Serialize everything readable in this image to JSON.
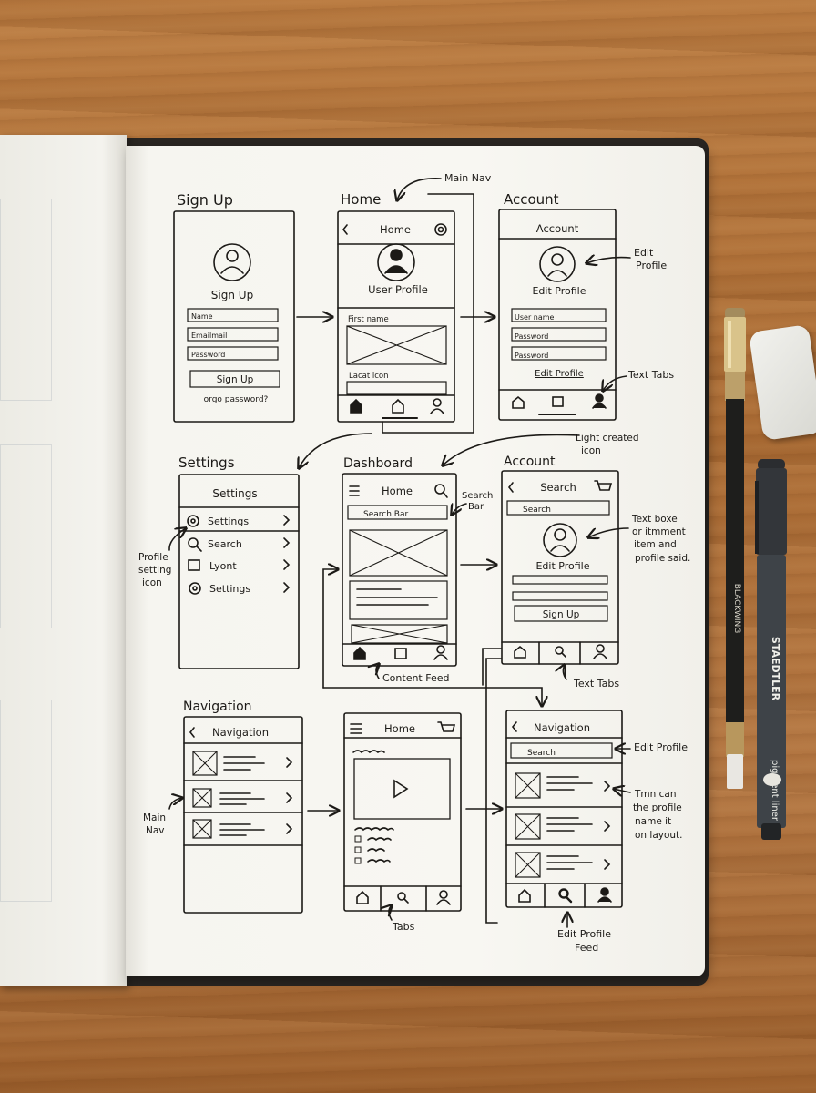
{
  "screens": {
    "signup": {
      "heading": "Sign Up",
      "profile_label": "Sign Up",
      "fields": [
        "Name",
        "Emailmail",
        "Password"
      ],
      "button": "Sign Up",
      "link": "orgo password?"
    },
    "home": {
      "heading": "Home",
      "header": "Home",
      "profile_label": "User Profile",
      "field1": "First name",
      "field2": "Lacat icon"
    },
    "account1": {
      "heading": "Account",
      "header": "Account",
      "profile_label": "Edit Profile",
      "fields": [
        "User name",
        "Password",
        "Password"
      ],
      "link": "Edit Profile"
    },
    "settings": {
      "heading": "Settings",
      "header": "Settings",
      "items": [
        "Settings",
        "Search",
        "Lyont",
        "Settings"
      ]
    },
    "dashboard": {
      "heading": "Dashboard",
      "header": "Home",
      "search": "Search Bar"
    },
    "account2": {
      "heading": "Account",
      "header": "Search",
      "search": "Search",
      "profile_label": "Edit Profile",
      "button": "Sign Up"
    },
    "navigation1": {
      "heading": "Navigation",
      "header": "Navigation"
    },
    "home2": {
      "header": "Home"
    },
    "navigation2": {
      "header": "Navigation",
      "search": "Search"
    }
  },
  "annotations": {
    "main_nav_top": "Main Nav",
    "edit_profile_1_l1": "Edit",
    "edit_profile_1_l2": "Profile",
    "text_tabs_1": "Text Tabs",
    "light_created_l1": "Light created",
    "light_created_l2": "icon",
    "search_bar_l1": "Search",
    "search_bar_l2": "Bar",
    "text_boxe_l1": "Text boxe",
    "text_boxe_l2": "or itmment",
    "text_boxe_l3": "item and",
    "text_boxe_l4": "profile said.",
    "profile_setting_l1": "Profile",
    "profile_setting_l2": "setting",
    "profile_setting_l3": "icon",
    "content_feed": "Content Feed",
    "text_tabs_2": "Text Tabs",
    "edit_profile_2": "Edit Profile",
    "tmn_l1": "Tmn can",
    "tmn_l2": "the profile",
    "tmn_l3": "name it",
    "tmn_l4": "on layout.",
    "main_nav_l1": "Main",
    "main_nav_l2": "Nav",
    "tabs": "Tabs",
    "edit_profile_feed_l1": "Edit Profile",
    "edit_profile_feed_l2": "Feed"
  },
  "props": {
    "pencil_brand": "BLACKWING",
    "pen_brand": "STAEDTLER",
    "pen_model": "pigment liner"
  },
  "colors": {
    "ink": "#1c1a17",
    "paper": "#f8f7f2",
    "wood": "#b0723a"
  }
}
